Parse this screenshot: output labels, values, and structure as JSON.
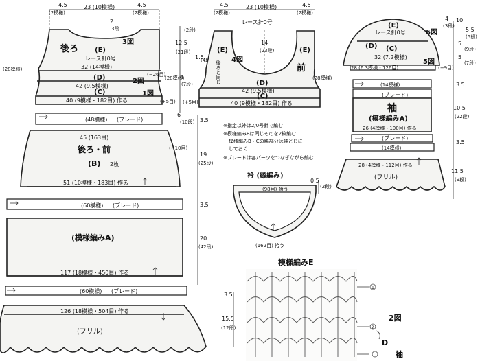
{
  "back_piece": {
    "top_left_width": "4.5",
    "top_left_count": "(2模様)",
    "top_center": "23 (10模様)",
    "top_right_width": "4.5",
    "top_right_count": "(2模様)",
    "neck_drop": "2",
    "neck_rows": "3段",
    "figure_3": "3図",
    "label_back": "後ろ",
    "label_e": "(E)",
    "lace_hook": "レース針0号",
    "row_32": "32 (14模様)",
    "row_42": "42 (9.5模様)",
    "row_40": "40 (9模様・182目) 作る",
    "label_d": "(D)",
    "label_c": "(C)",
    "figure_2": "2図",
    "figure_1": "1図",
    "left_28": "(28模様)",
    "right_26": "(−26目)",
    "right_5": "(+5目)"
  },
  "height_left": {
    "h_2_rows": "(2段)",
    "h_12_5": "12.5",
    "h_21_rows": "(21段)",
    "h_1_5": "1.5",
    "h_4_rows": "(4段)",
    "h_4": "4",
    "h_7_rows": "(7段)",
    "h_plus5": "(+5目)",
    "h_6": "6",
    "h_10_rows": "(10段)",
    "h_3_5a": "3.5",
    "h_19": "19",
    "h_25_rows": "(25段)",
    "h_3_5b": "3.5",
    "h_20": "20",
    "h_42_rows": "(42段)",
    "h_3_5c": "3.5",
    "h_15_5": "15.5",
    "h_12_rows": "(12段)"
  },
  "front_piece": {
    "top_left_width": "4.5",
    "top_left_count": "(2模様)",
    "top_center": "23 (10模様)",
    "top_right_width": "4.5",
    "top_right_count": "(2模様)",
    "lace_hook": "レース針0号",
    "depth_14": "14",
    "depth_23": "(23段)",
    "figure_4": "4図",
    "label_e_left": "(E)",
    "label_e_right": "(E)",
    "note_same": "後ろと同じ",
    "label_front": "前",
    "label_d": "(D)",
    "label_c": "(C)",
    "row_42": "42 (9.5模様)",
    "row_40": "40 (9模様・182目) 作る",
    "left_28": "(28模様)",
    "right_28": "(28模様)"
  },
  "sleeve": {
    "top_width": "4",
    "top_rows": "(3段)",
    "label_e": "(E)",
    "lace_hook": "レース針0号",
    "figure_6": "6図",
    "row_32": "32 (7.2模様)",
    "label_d": "(D)",
    "label_c": "(C)",
    "figure_5": "5図",
    "row_28": "28 (6.3模様・126目)",
    "plus_9": "(+9目)",
    "side_10": "10",
    "side_5_5": "5.5",
    "side_5_rows": "(5段)",
    "side_5a": "5",
    "side_9_rows": "(9段)",
    "side_5b": "5",
    "side_7_rows": "(7段)",
    "side_3_5": "3.5",
    "side_10_5": "10.5",
    "side_22_rows": "(22段)",
    "side_3_5b": "3.5",
    "side_11_5": "11.5",
    "side_9b_rows": "(9段)",
    "row_14a": "(14模様)",
    "braid": "(ブレード)",
    "title": "袖",
    "subtitle": "(模様編みA)",
    "row_26": "26 (4模様・100目) 作る",
    "braid_2": "(ブレード)",
    "row_14b": "(14模様)",
    "row_28b": "28 (4模様・112目) 作る",
    "frill": "(フリル)"
  },
  "notes": {
    "n1": "※指定以外は2/0号針で編む",
    "n2": "※模様編みBは同じものを2枚編む",
    "n3": "模様編みB・Cの脇部分は袖とじに",
    "n4": "しておく",
    "n5": "※ブレードは各パーツをつなぎながら編む"
  },
  "collar": {
    "title": "衿 (縁編み)",
    "pick_98": "(98目) 拾う",
    "pick_162": "(162目) 拾う",
    "h_0_5": "0.5",
    "h_2_rows": "(2段)"
  },
  "body": {
    "braid_48": "(48模様)",
    "braid_label_1": "(ブレード)",
    "right_10": "(−10目)",
    "row_45": "45 (163目)",
    "label_back_front": "後ろ・前",
    "label_b": "(B)",
    "label_2pcs": "2枚",
    "row_51": "51 (10模様・183目) 作る",
    "braid_60a": "(60模様)",
    "braid_label_2": "(ブレード)",
    "pattern_a": "(模様編みA)",
    "row_117": "117 (18模様・450目) 作る",
    "braid_60b": "(60模様)",
    "braid_label_3": "(ブレード)",
    "row_126": "126 (18模様・504目) 作る",
    "frill": "(フリル)"
  },
  "pattern_e": {
    "title": "模様編みE",
    "figure_2": "2図",
    "label_d": "D",
    "label_sleeve": "袖",
    "marker": "1",
    "marker_2": "2"
  }
}
